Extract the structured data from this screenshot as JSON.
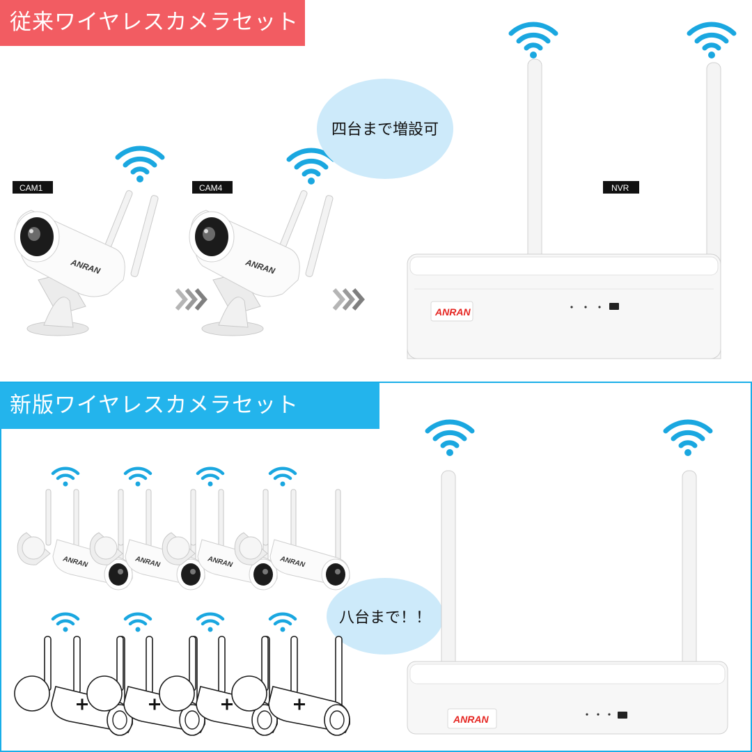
{
  "sections": {
    "old": {
      "title": "従来ワイヤレスカメラセット",
      "accent": "#f25c62",
      "bubble": "四台まで増設可",
      "camera_labels": [
        "CAM1",
        "CAM4"
      ],
      "nvr_label": "NVR"
    },
    "new": {
      "title": "新版ワイヤレスカメラセット",
      "accent": "#23b4ec",
      "bubble": "八台まで！！"
    }
  },
  "brand": "ANRAN",
  "icons": {
    "wifi": "wifi-icon",
    "arrows": "triple-chevron-right-icon",
    "add": "plus-icon"
  },
  "colors": {
    "wifi": "#1aa7e0",
    "bubble": "#cdeafa",
    "logo_red": "#e52521"
  }
}
